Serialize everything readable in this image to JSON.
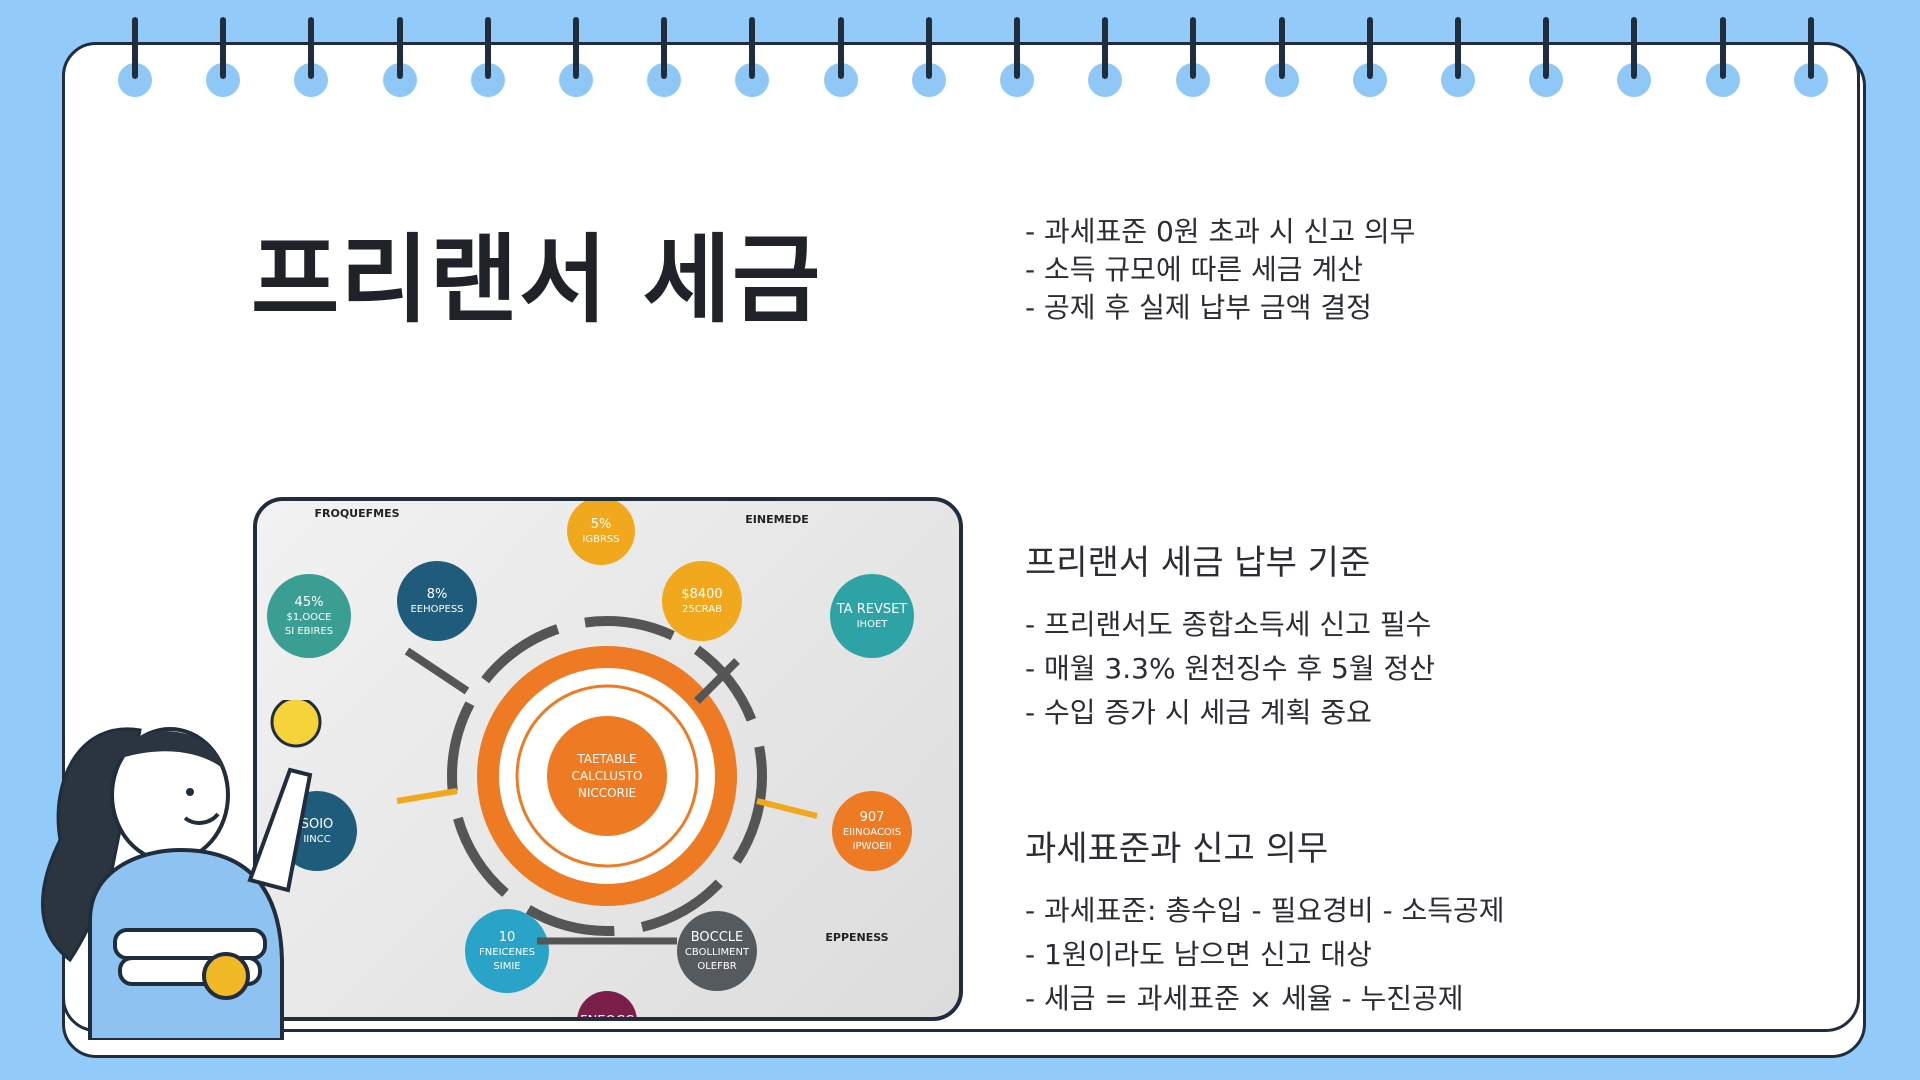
{
  "title": "프리랜서 세금",
  "top_bullets": [
    "- 과세표준 0원 초과 시 신고 의무",
    "- 소득 규모에 따른 세금 계산",
    "- 공제 후 실제 납부 금액 결정"
  ],
  "sections": [
    {
      "heading": "프리랜서 세금 납부 기준",
      "bullets": [
        "- 프리랜서도 종합소득세 신고 필수",
        "- 매월 3.3% 원천징수 후 5월 정산",
        "- 수입 증가 시 세금 계획 중요"
      ]
    },
    {
      "heading": "과세표준과 신고 의무",
      "bullets": [
        "- 과세표준: 총수입 - 필요경비 - 소득공제",
        "- 1원이라도 남으면 신고 대상",
        "- 세금 = 과세표준 × 세율 - 누진공제"
      ]
    }
  ],
  "infographic": {
    "center": [
      "TAETABLE",
      "CALCLUSTO",
      "NICCORIE"
    ],
    "bubbles": [
      {
        "id": "b1",
        "line1": "45%",
        "line2": "$1,OOCE",
        "line3": "SI EBIRES",
        "color": "#3a9e93"
      },
      {
        "id": "b2",
        "line1": "8%",
        "line2": "EEHOPESS",
        "line3": "",
        "color": "#1f5c7c"
      },
      {
        "id": "b3",
        "line1": "5%",
        "line2": "IGBRSS",
        "line3": "",
        "color": "#f2a81d"
      },
      {
        "id": "b4",
        "line1": "$8400",
        "line2": "25CRAB",
        "line3": "",
        "color": "#f2a81d"
      },
      {
        "id": "b5",
        "line1": "TA REVSET",
        "line2": "IHOET",
        "line3": "",
        "color": "#2ea3a6"
      },
      {
        "id": "b6",
        "line1": "907",
        "line2": "EIINOACOIS",
        "line3": "IPWOEII",
        "color": "#ef7a24"
      },
      {
        "id": "b7",
        "line1": "BOCCLE",
        "line2": "CBOLLIMENT",
        "line3": "OLEFBR",
        "color": "#555a5e"
      },
      {
        "id": "b8",
        "line1": "10",
        "line2": "FNEICENES",
        "line3": "SIMIE",
        "color": "#2aa3c9"
      },
      {
        "id": "b9",
        "line1": "SOIO",
        "line2": "IINCC",
        "line3": "",
        "color": "#1f5c7c"
      },
      {
        "id": "b10",
        "line1": "FNEOCC",
        "line2": "",
        "line3": "",
        "color": "#7a1f4a"
      }
    ],
    "labels": {
      "top_left": "FROQUEFMES",
      "top_right": "EINEMEDE",
      "bottom_right": "EPPENESS"
    }
  }
}
